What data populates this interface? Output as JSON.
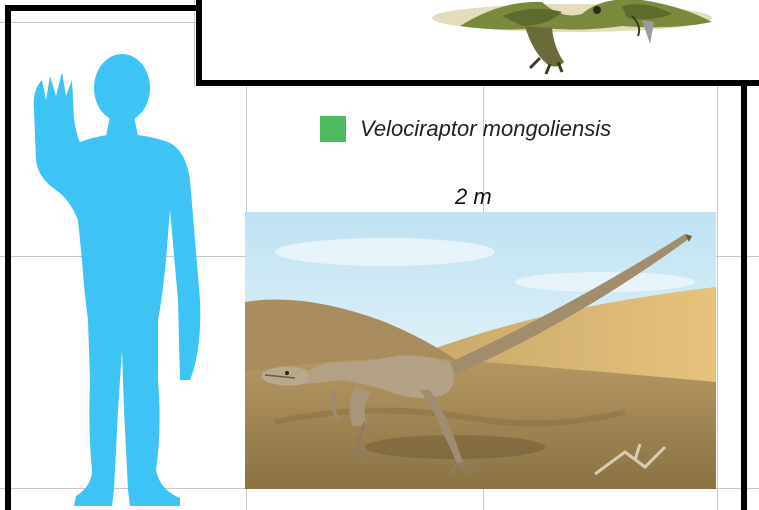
{
  "legend": {
    "species_name": "Velociraptor mongoliensis",
    "swatch_color": "#4cbb5f"
  },
  "scale": {
    "label": "2 m"
  },
  "colors": {
    "human_silhouette": "#3ec3f5",
    "frame": "#000000",
    "grid": "#c8c8c8"
  },
  "icons": {
    "human": "human-silhouette-icon",
    "dinosaur": "velociraptor-illustration",
    "inset": "dinosaur-inset-illustration"
  }
}
